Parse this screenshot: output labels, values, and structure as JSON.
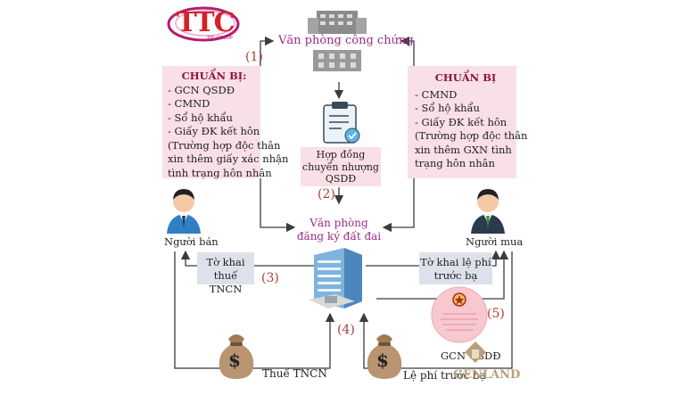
{
  "logo": {
    "text": "TTC",
    "subtext": "TTC GROUP"
  },
  "notary_office": {
    "label": "Văn phòng công chứng"
  },
  "land_office": {
    "line1": "Văn phòng",
    "line2": "đăng ký đất đai"
  },
  "seller_box": {
    "title": "CHUẨN BỊ:",
    "lines": [
      "- GCN QSDĐ",
      "- CMND",
      "- Sổ hộ khẩu",
      "- Giấy ĐK kết hôn",
      "(Trường hợp độc thân",
      "xin thêm giấy xác nhận",
      "tình trạng hôn nhân"
    ]
  },
  "buyer_box": {
    "title": "CHUẨN BỊ",
    "lines": [
      "- CMND",
      "- Sổ hộ khẩu",
      "- Giấy ĐK kết hôn",
      "(Trường hợp độc thân",
      "xin thêm GXN tình",
      "trạng hôn nhân"
    ]
  },
  "contract": {
    "line1": "Hợp đồng",
    "line2": "chuyển nhượng",
    "line3": "QSDĐ"
  },
  "seller": {
    "label": "Người bán"
  },
  "buyer": {
    "label": "Người mua"
  },
  "tax_form": {
    "line1": "Tờ khai",
    "line2": "thuế TNCN"
  },
  "fee_form": {
    "line1": "Tờ khai lệ phí",
    "line2": "trước bạ"
  },
  "steps": {
    "s1": "(1)",
    "s2": "(2)",
    "s3": "(3)",
    "s4": "(4)",
    "s5": "(5)"
  },
  "money_left": {
    "symbol": "$",
    "label": "Thuế TNCN"
  },
  "money_right": {
    "symbol": "$",
    "label": "Lệ phí trước bạ"
  },
  "certificate": {
    "label": "GCN QSDĐ"
  },
  "watermark": {
    "text": "GENLAND"
  },
  "colors": {
    "logo_red": "#d6202a",
    "logo_magenta": "#b01d73",
    "purple_text": "#9b2a86",
    "pink_box": "#f9dfe6",
    "grey_box": "#dde1ea",
    "step_red": "#b33a3a",
    "arrow": "#3b3b3b"
  }
}
